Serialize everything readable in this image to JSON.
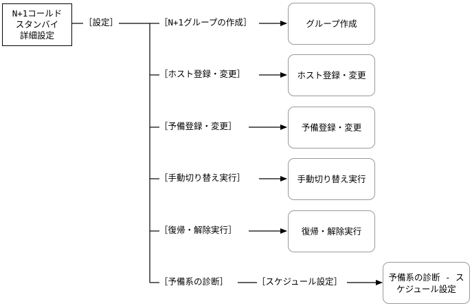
{
  "root": {
    "lines": [
      "N+1コールド",
      "スタンバイ",
      "詳細設定"
    ]
  },
  "settings_label": "［設定］",
  "branches": [
    {
      "label": "［N+1グループの作成］",
      "target": "グループ作成"
    },
    {
      "label": "［ホスト登録・変更］",
      "target": "ホスト登録・変更"
    },
    {
      "label": "［予備登録・変更］",
      "target": "予備登録・変更"
    },
    {
      "label": "［手動切り替え実行］",
      "target": "手動切り替え実行"
    },
    {
      "label": "［復帰・解除実行］",
      "target": "復帰・解除実行"
    },
    {
      "label": "［予備系の診断］",
      "sub_label": "［スケジュール設定］",
      "target": "予備系の診断 - スケジュール設定"
    }
  ]
}
